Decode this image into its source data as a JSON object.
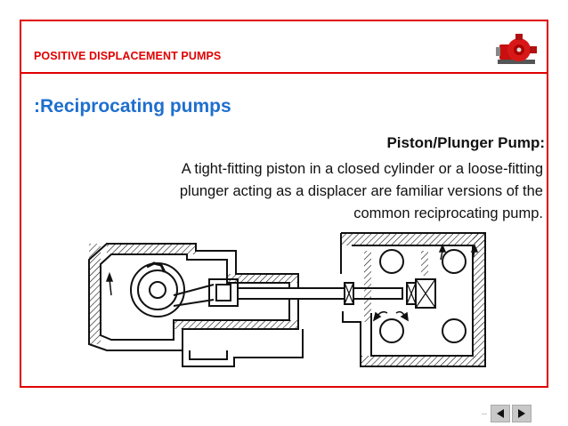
{
  "header": {
    "title": "POSITIVE DISPLACEMENT PUMPS"
  },
  "slide": {
    "heading": ":Reciprocating pumps",
    "subheading": "Piston/Plunger Pump:",
    "body_lines": [
      "A tight-fitting piston in a closed cylinder or a loose-fitting",
      "plunger acting as a displacer are familiar versions of the",
      "common reciprocating pump."
    ]
  },
  "navigation": {
    "dots": "--",
    "prev_icon": "triangle-left-icon",
    "next_icon": "triangle-right-icon"
  },
  "colors": {
    "accent": "#e00000",
    "heading": "#1e6fcf"
  }
}
